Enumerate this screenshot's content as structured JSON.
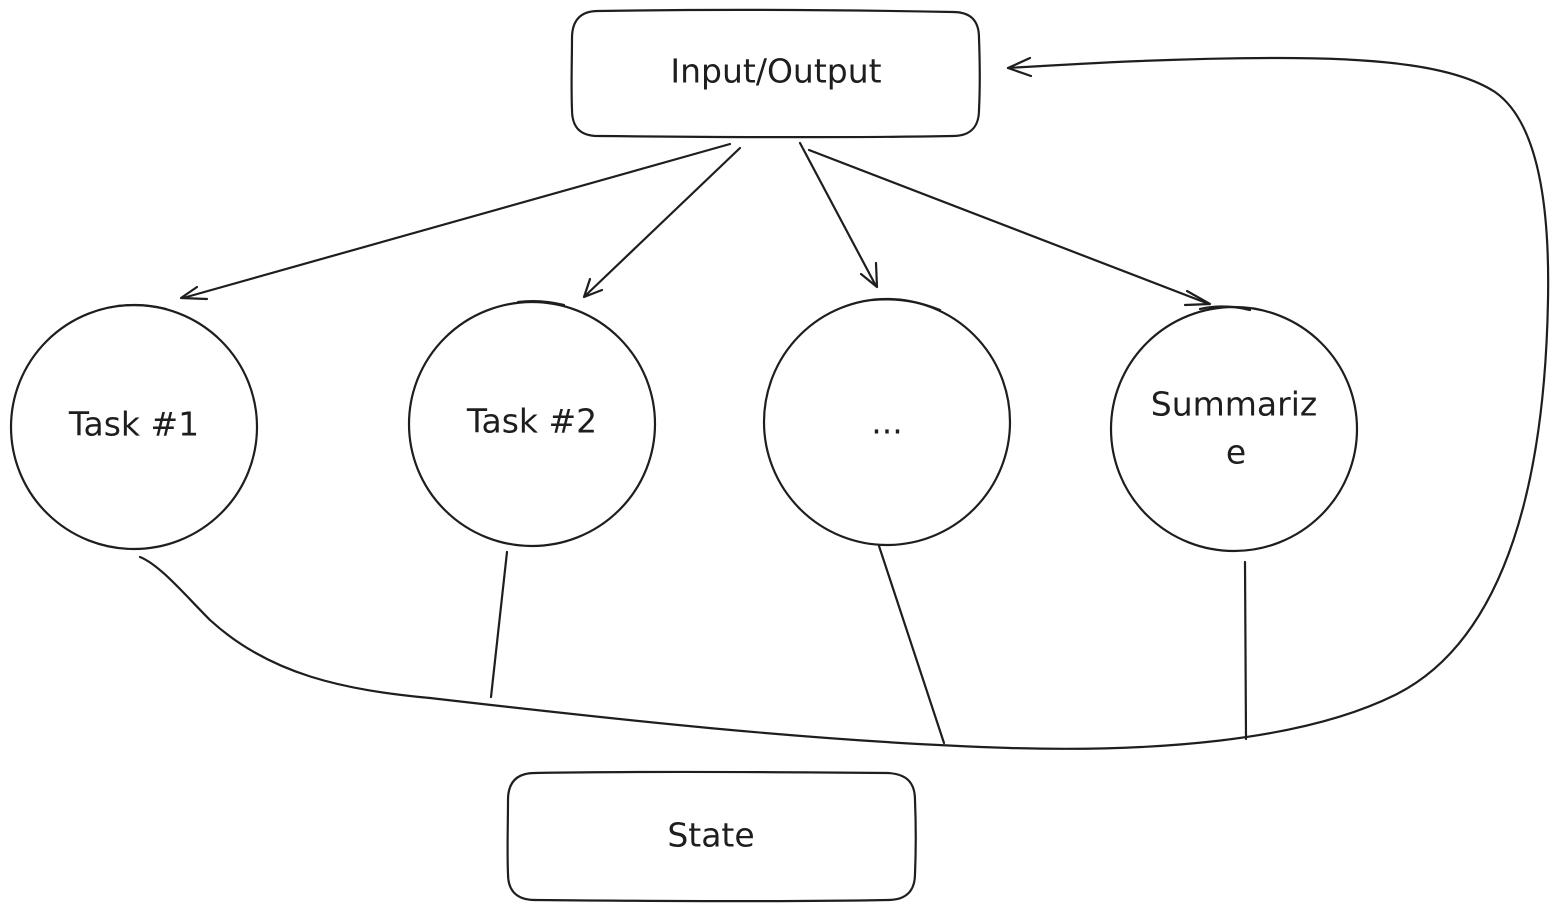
{
  "diagram": {
    "io_label": "Input/Output",
    "state_label": "State",
    "tasks": [
      {
        "line1": "Task #1",
        "line2": ""
      },
      {
        "line1": "Task #2",
        "line2": ""
      },
      {
        "line1": "...",
        "line2": ""
      },
      {
        "line1": "Summariz",
        "line2": "e"
      }
    ],
    "stroke_color": "#1e1e1e",
    "background_color": "#ffffff"
  }
}
